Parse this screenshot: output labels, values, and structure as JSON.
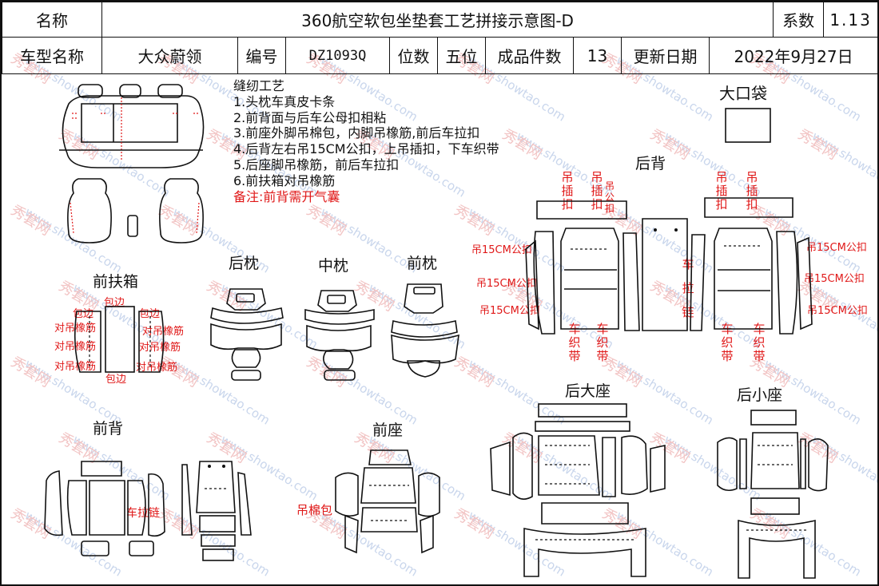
{
  "header": {
    "name_label": "名称",
    "title": "360航空软包坐垫套工艺拼接示意图-D",
    "coef_label": "系数",
    "coef_value": "1.13",
    "model_label": "车型名称",
    "model_value": "大众蔚领",
    "code_label": "编号",
    "code_value": "DZ1093Q",
    "seats_label": "位数",
    "seats_value": "五位",
    "pieces_label": "成品件数",
    "pieces_value": "13",
    "date_label": "更新日期",
    "date_value": "2022年9月27日"
  },
  "process": {
    "title": "缝纫工艺",
    "steps": [
      "1.头枕车真皮卡条",
      "2.前背面与后车公母扣相粘",
      "3.前座外脚吊棉包，内脚吊橡筋,前后车拉扣",
      "4.后背左右吊15CM公扣，上吊插扣，下车织带",
      "5.后座脚吊橡筋，前后车拉扣",
      "6.前扶箱对吊橡筋"
    ],
    "note": "备注:前背需开气囊"
  },
  "sections": {
    "big_pocket": "大口袋",
    "rear_back": "后背",
    "front_armrest": "前扶箱",
    "rear_headrest": "后枕",
    "middle_headrest": "中枕",
    "front_headrest": "前枕",
    "front_back": "前背",
    "front_seat": "前座",
    "rear_big_seat": "后大座",
    "rear_small_seat": "后小座"
  },
  "annotations": {
    "hang_insert": "吊插扣",
    "hang_male": "吊公扣",
    "hang_15cm": "吊15CM公扣",
    "sew_zipper": "车拉链",
    "sew_webbing": "车织带",
    "edge_wrap": "包边",
    "pair_elastic": "对吊橡筋",
    "front_zipper": "车拉链",
    "cotton_pack": "吊棉包"
  },
  "watermark": {
    "site": "www.showtao.com",
    "brand": "秀套网"
  },
  "colors": {
    "annotation_red": "#e01818",
    "watermark_blue": "#c9d6ec",
    "watermark_pink": "#f2c4c4"
  }
}
